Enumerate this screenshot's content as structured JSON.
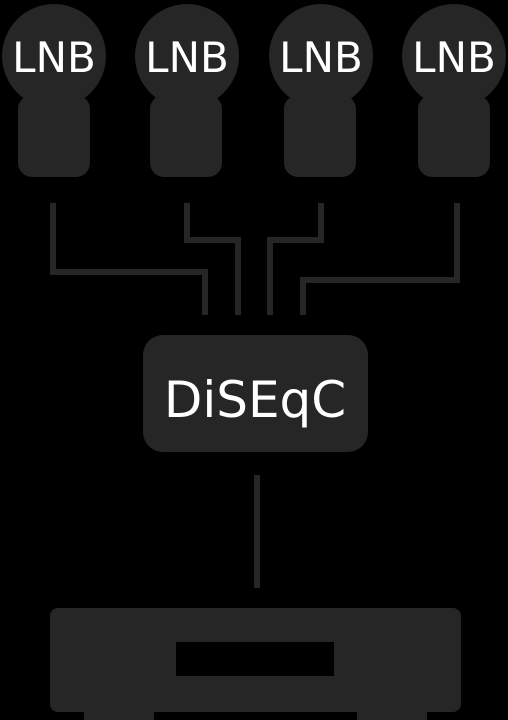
{
  "lnbs": [
    {
      "label": "LNB"
    },
    {
      "label": "LNB"
    },
    {
      "label": "LNB"
    },
    {
      "label": "LNB"
    }
  ],
  "switch": {
    "label": "DiSEqC"
  },
  "receiver": {
    "icon": "receiver-icon"
  },
  "colors": {
    "background": "#000000",
    "shape": "#262626",
    "text": "#ffffff"
  }
}
